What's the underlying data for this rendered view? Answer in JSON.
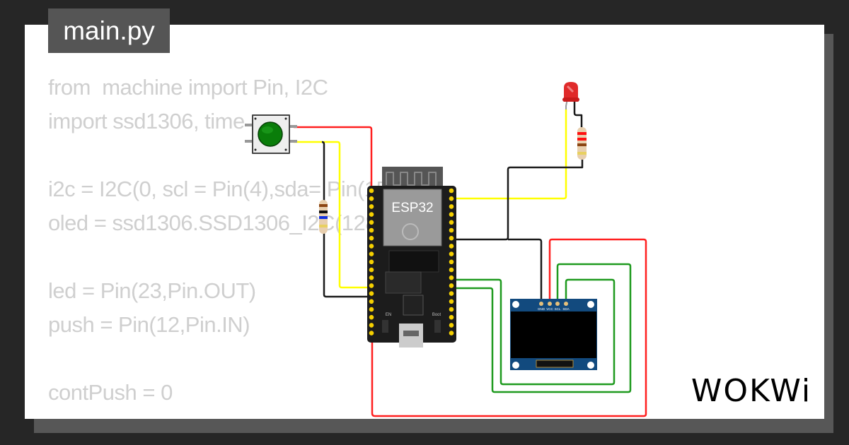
{
  "file_tab": {
    "label": "main.py"
  },
  "code_lines": [
    "from  machine import Pin, I2C",
    "import ssd1306, time",
    "",
    "i2c = I2C(0, scl = Pin(4),sda= Pin(15))",
    "oled = ssd1306.SSD1306_I2C(128, 64, i2c)",
    "",
    "led = Pin(23,Pin.OUT)",
    "push = Pin(12,Pin.IN)",
    "",
    "contPush = 0"
  ],
  "components": {
    "esp32": {
      "label": "ESP32",
      "en_label": "EN",
      "boot_label": "Boot"
    },
    "oled": {
      "pins": [
        "GND",
        "VCC",
        "SCL",
        "SDA"
      ]
    },
    "led": {
      "color": "#e02020"
    },
    "pushbutton": {
      "color": "#0a7d0a"
    }
  },
  "wire_colors": {
    "red": "#ff2020",
    "yellow": "#ffff00",
    "black": "#1a1a1a",
    "green": "#1f9a1f"
  },
  "brand": {
    "logo": "WOKWi"
  }
}
